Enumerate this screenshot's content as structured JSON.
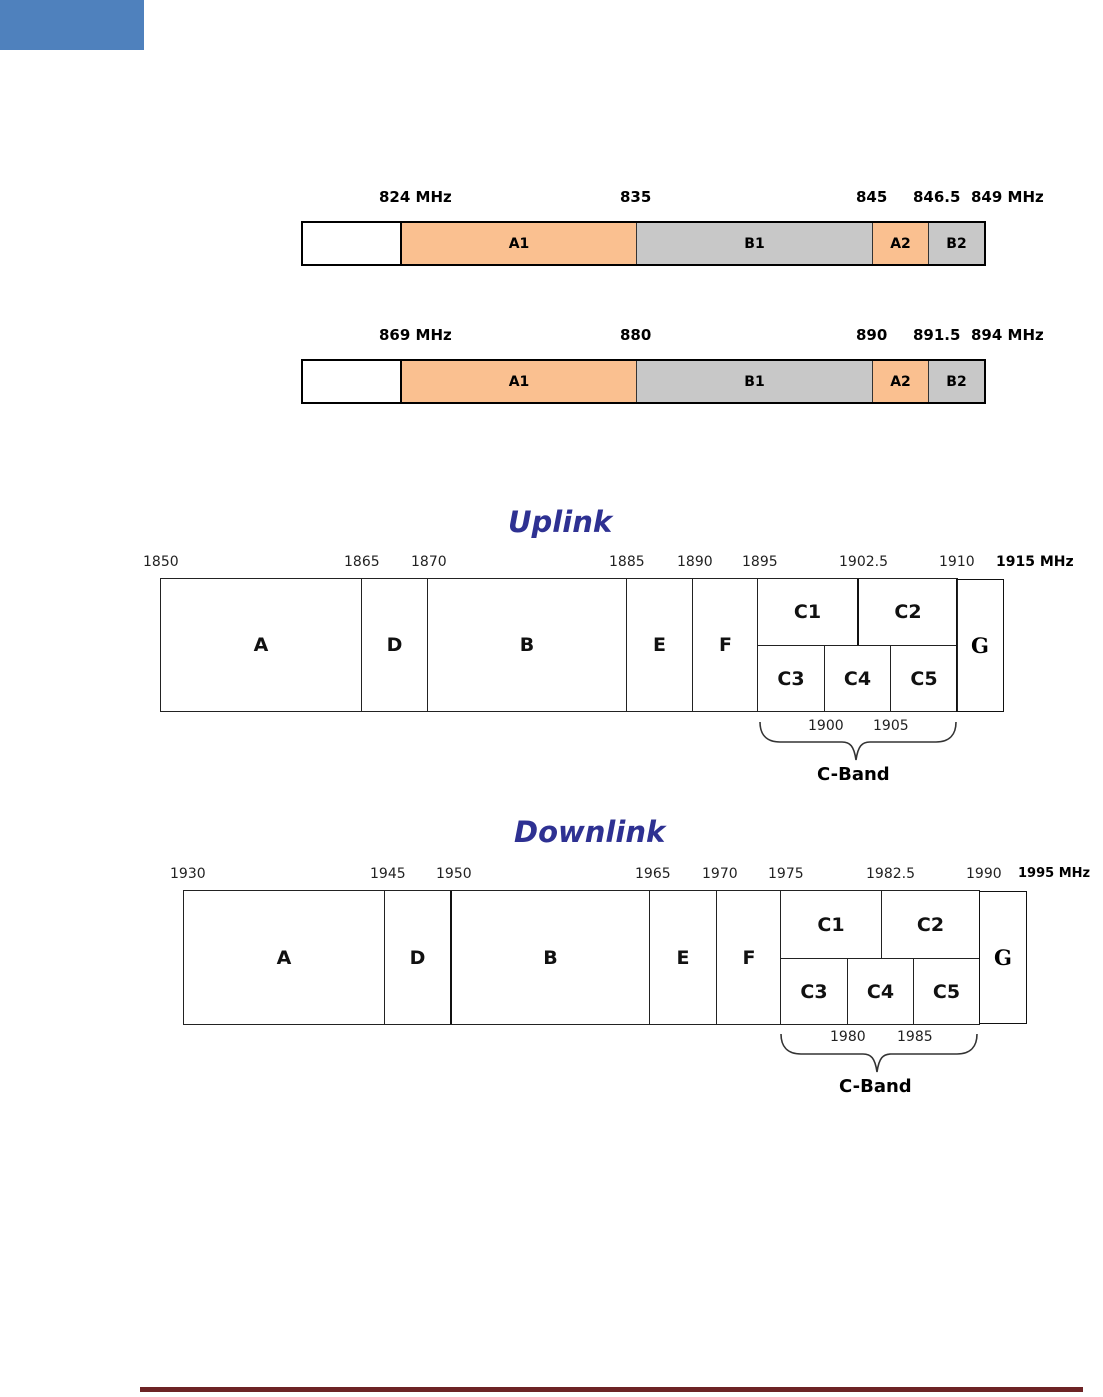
{
  "cellular": {
    "uplink_labels": [
      "824 MHz",
      "835",
      "845",
      "846.5",
      "849 MHz"
    ],
    "downlink_labels": [
      "869 MHz",
      "880",
      "890",
      "891.5",
      "894 MHz"
    ],
    "blocks": [
      "A1",
      "B1",
      "A2",
      "B2"
    ],
    "colors": {
      "A": "#fac090",
      "B": "#c8c8c8"
    }
  },
  "pcs": {
    "uplink": {
      "heading": "Uplink",
      "ticks": [
        "1850",
        "1865",
        "1870",
        "1885",
        "1890",
        "1895",
        "1902.5",
        "1910"
      ],
      "end_label": "1915 MHz",
      "inner_ticks": [
        "1900",
        "1905"
      ]
    },
    "downlink": {
      "heading": "Downlink",
      "ticks": [
        "1930",
        "1945",
        "1950",
        "1965",
        "1970",
        "1975",
        "1982.5",
        "1990"
      ],
      "end_label": "1995 MHz",
      "inner_ticks": [
        "1980",
        "1985"
      ]
    },
    "blocks": {
      "A": "A",
      "D": "D",
      "B": "B",
      "E": "E",
      "F": "F",
      "C1": "C1",
      "C2": "C2",
      "C3": "C3",
      "C4": "C4",
      "C5": "C5",
      "G": "G"
    },
    "cband_label": "C-Band",
    "heading_color": "#2e3192"
  }
}
